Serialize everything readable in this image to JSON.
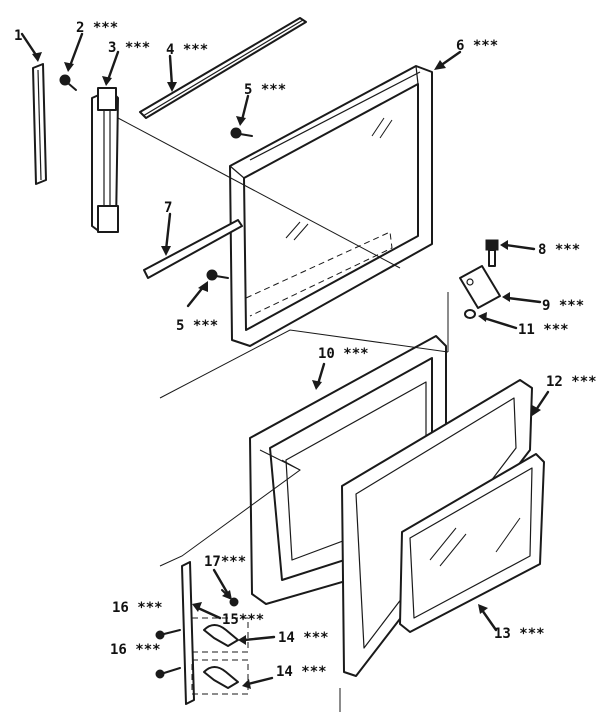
{
  "callouts": {
    "c1": "1",
    "c2": "2 ***",
    "c3": "3 ***",
    "c4": "4 ***",
    "c5a": "5 ***",
    "c5b": "5 ***",
    "c6": "6 ***",
    "c7": "7",
    "c8": "8 ***",
    "c9": "9 ***",
    "c10": "10 ***",
    "c11": "11 ***",
    "c12": "12 ***",
    "c13": "13 ***",
    "c14a": "14 ***",
    "c14b": "14 ***",
    "c15": "15***",
    "c16a": "16 ***",
    "c16b": "16 ***",
    "c17": "17***"
  },
  "colors": {
    "line": "#1a1a1a",
    "background": "#ffffff"
  }
}
